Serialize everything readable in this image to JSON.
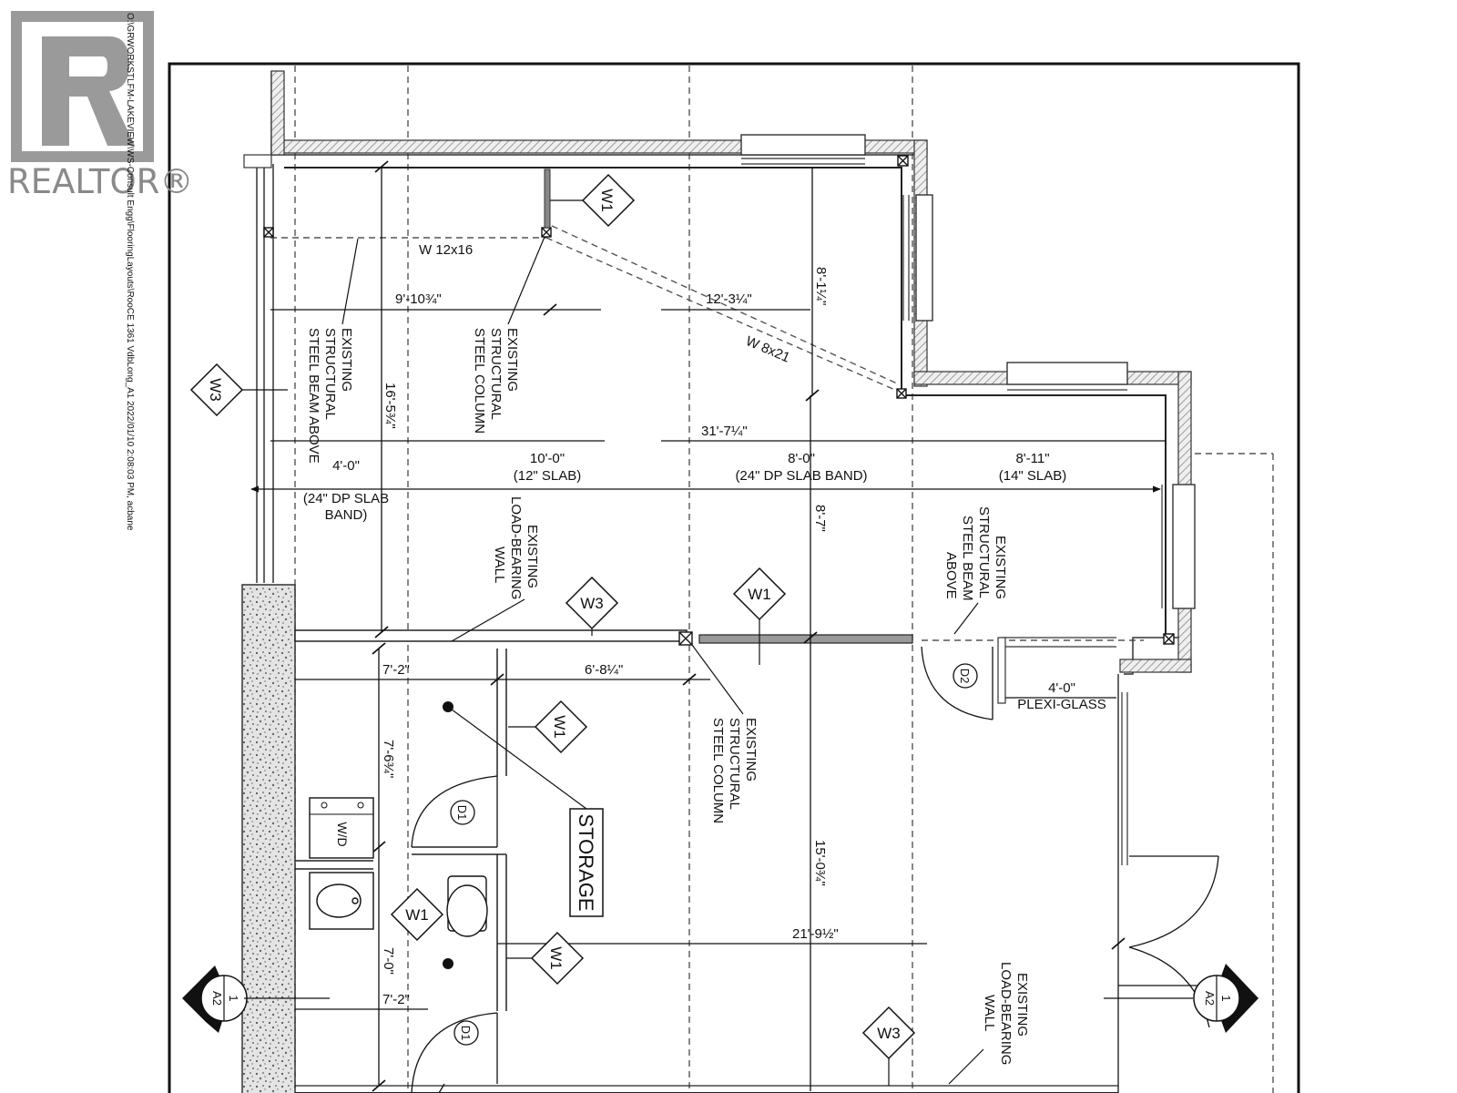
{
  "watermark": {
    "text": "REALTOR®"
  },
  "file_path": "O:\\GRWORKSTLFM-LAKEVIEW\\WS-Consult Engg\\FlooringLayouts\\RooCE 1361 VdbLong_A1 2022/01/10 2:08:03 PM, acbane",
  "beams": {
    "top": "W 12x16",
    "diagonal": "W 8x21"
  },
  "dimensions": {
    "d_9_10": "9'-10¾\"",
    "d_12_3": "12'-3¼\"",
    "d_8_1": "8'-1¼\"",
    "d_16_5": "16'-5¾\"",
    "d_31_7": "31'-7¼\"",
    "d_8_7": "8'-7\"",
    "d_7_2_top": "7'-2\"",
    "d_6_8": "6'-8¼\"",
    "d_7_6": "7'-6¾\"",
    "d_15_0": "15'-0¾\"",
    "d_21_9": "21'-9½\"",
    "d_7_0": "7'-0\"",
    "d_7_2_bot": "7'-2\""
  },
  "slabs": [
    {
      "span": "4'-0\"",
      "desc1": "(24\" DP SLAB",
      "desc2": "BAND)"
    },
    {
      "span": "10'-0\"",
      "desc1": "(12\" SLAB)"
    },
    {
      "span": "8'-0\"",
      "desc1": "(24\" DP SLAB BAND)"
    },
    {
      "span": "8'-11\"",
      "desc1": "(14\" SLAB)"
    }
  ],
  "notes": {
    "beam_left": [
      "EXISTING",
      "STRUCTURAL",
      "STEEL BEAM ABOVE"
    ],
    "column_top": [
      "EXISTING",
      "STRUCTURAL",
      "STEEL COLUMN"
    ],
    "lbw_mid": [
      "EXISTING",
      "LOAD-BEARING",
      "WALL"
    ],
    "beam_right": [
      "EXISTING",
      "STRUCTURAL",
      "STEEL BEAM",
      "ABOVE"
    ],
    "column_mid": [
      "EXISTING",
      "STRUCTURAL",
      "STEEL COLUMN"
    ],
    "lbw_bottom": [
      "EXISTING",
      "LOAD-BEARING",
      "WALL"
    ]
  },
  "wall_tags": {
    "w1": "W1",
    "w3": "W3"
  },
  "door_tags": {
    "d1": "D1",
    "d2": "D2"
  },
  "rooms": {
    "storage": "STORAGE",
    "washer_dryer": "W/D"
  },
  "plexi": {
    "dim": "4'-0\"",
    "label": "PLEXI-GLASS"
  },
  "section_marker": {
    "number": "1",
    "sheet": "A2"
  }
}
